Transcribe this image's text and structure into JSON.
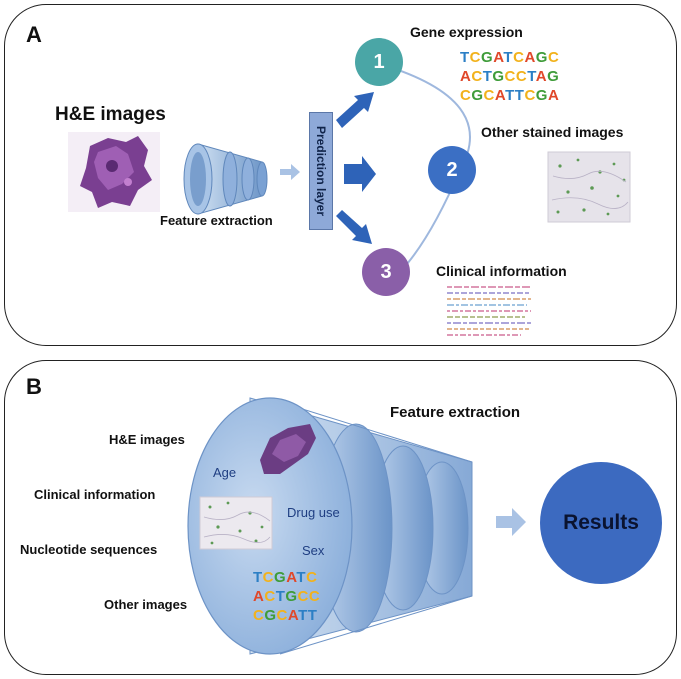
{
  "panel_a": {
    "letter": "A",
    "he_title": "H&E images",
    "feature_extraction": "Feature extraction",
    "prediction_layer": "Prediction layer",
    "nodes": [
      {
        "number": "1",
        "label": "Gene expression",
        "color": "#4aa6a6"
      },
      {
        "number": "2",
        "label": "Other stained images",
        "color": "#3b6fc4"
      },
      {
        "number": "3",
        "label": "Clinical information",
        "color": "#8a5fa8"
      }
    ],
    "gene_sequences": [
      "TCGATCAGC",
      "ACTGCCTAG",
      "CGCATTCGA"
    ]
  },
  "panel_b": {
    "letter": "B",
    "title": "Feature extraction",
    "left_labels": [
      "H&E images",
      "Clinical information",
      "Nucleotide sequences",
      "Other images"
    ],
    "inner_labels": {
      "age": "Age",
      "drug_use": "Drug use",
      "sex": "Sex"
    },
    "sequences": [
      "TCGATC",
      "ACTGCC",
      "CGCATT"
    ],
    "result": "Results"
  },
  "colors": {
    "nucleotide_A": "#e0482a",
    "nucleotide_C": "#f2b21c",
    "nucleotide_G": "#3f9c3a",
    "nucleotide_T": "#2c7fc5",
    "arrow_blue": "#2e63b8",
    "result_circle": "#3c6ac0"
  }
}
